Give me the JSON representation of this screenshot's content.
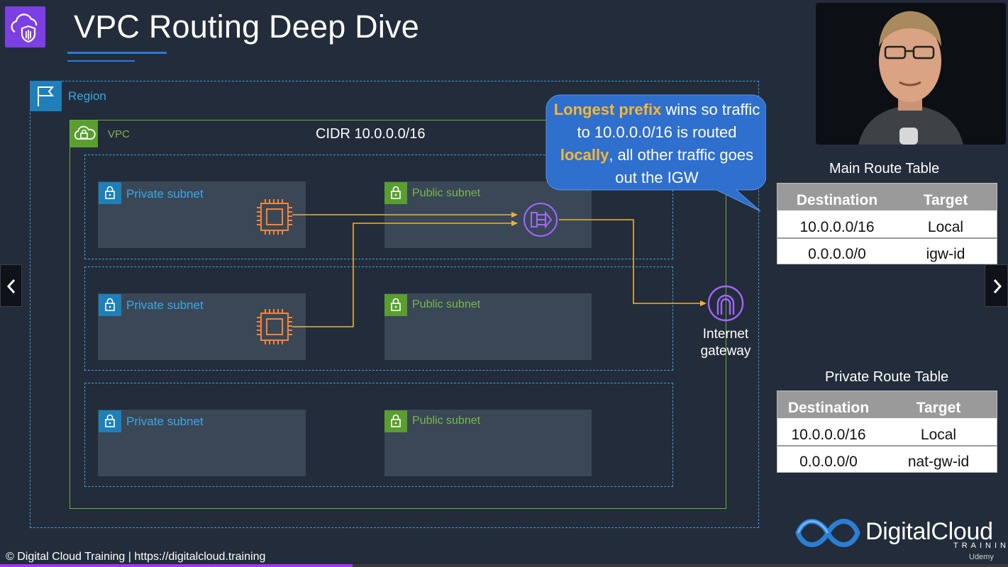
{
  "slide": {
    "title": "VPC Routing Deep Dive"
  },
  "diagram": {
    "region_label": "Region",
    "vpc_label": "VPC",
    "cidr_label": "CIDR 10.0.0.0/16",
    "rows": [
      {
        "private_label": "Private subnet",
        "public_label": "Public subnet"
      },
      {
        "private_label": "Private subnet",
        "public_label": "Public subnet"
      },
      {
        "private_label": "Private subnet",
        "public_label": "Public subnet"
      }
    ],
    "igw_label_line1": "Internet",
    "igw_label_line2": "gateway",
    "colors": {
      "region": "#3aa0d8",
      "vpc": "#6cae3a",
      "arrow": "#f2b230",
      "ec2": "#f58536",
      "nat": "#a166ff",
      "igw": "#a166ff"
    }
  },
  "callout": {
    "part1": "Longest prefix",
    "part2": " wins so traffic to 10.0.0.0/16 is routed ",
    "part3": "locally",
    "part4": ", all other traffic goes out the IGW",
    "bg_color": "#2f6fcd",
    "highlight_color": "#f7b733"
  },
  "main_route_table": {
    "title": "Main Route Table",
    "headers": [
      "Destination",
      "Target"
    ],
    "rows": [
      [
        "10.0.0.0/16",
        "Local"
      ],
      [
        "0.0.0.0/0",
        "igw-id"
      ]
    ]
  },
  "private_route_table": {
    "title": "Private Route Table",
    "headers": [
      "Destination",
      "Target"
    ],
    "rows": [
      [
        "10.0.0.0/16",
        "Local"
      ],
      [
        "0.0.0.0/0",
        "nat-gw-id"
      ]
    ]
  },
  "footer": {
    "copyright": "© Digital Cloud Training  | https://digitalcloud.training",
    "brand": "DigitalCloud",
    "brand_sub": "TRAINING",
    "platform": "Udemy"
  },
  "player": {
    "progress_fraction": 0.35,
    "progress_color": "#a435f0"
  }
}
